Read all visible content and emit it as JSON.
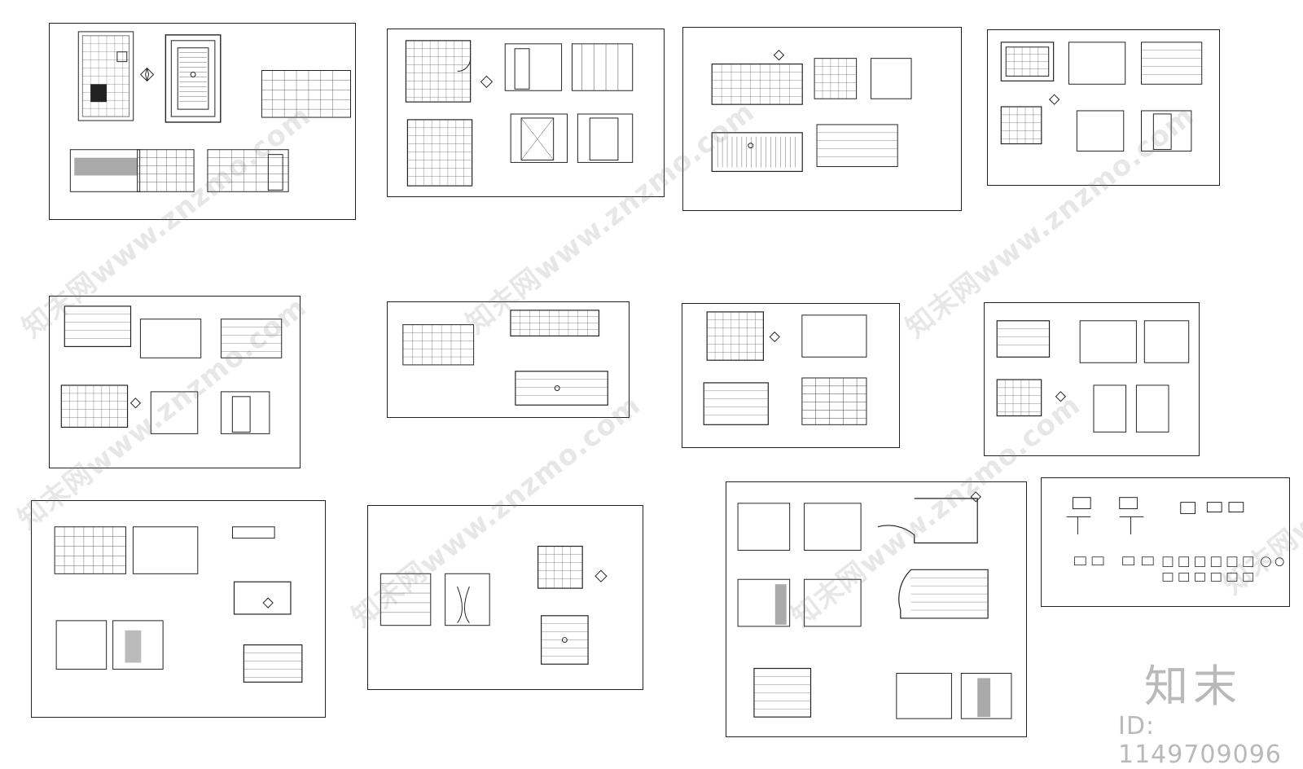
{
  "canvas": {
    "background": "#ffffff",
    "line_color": "#222222"
  },
  "sheets": [
    {
      "id": "sheet-1"
    },
    {
      "id": "sheet-2"
    },
    {
      "id": "sheet-3"
    },
    {
      "id": "sheet-4"
    },
    {
      "id": "sheet-5"
    },
    {
      "id": "sheet-6"
    },
    {
      "id": "sheet-7"
    },
    {
      "id": "sheet-8"
    },
    {
      "id": "sheet-9"
    },
    {
      "id": "sheet-10"
    },
    {
      "id": "sheet-11"
    },
    {
      "id": "sheet-12"
    }
  ],
  "watermark": {
    "text": "知末网www.znzmo.com",
    "color": "#787878"
  },
  "brand": {
    "logo": "知末",
    "id_label": "ID: 1149709096"
  }
}
